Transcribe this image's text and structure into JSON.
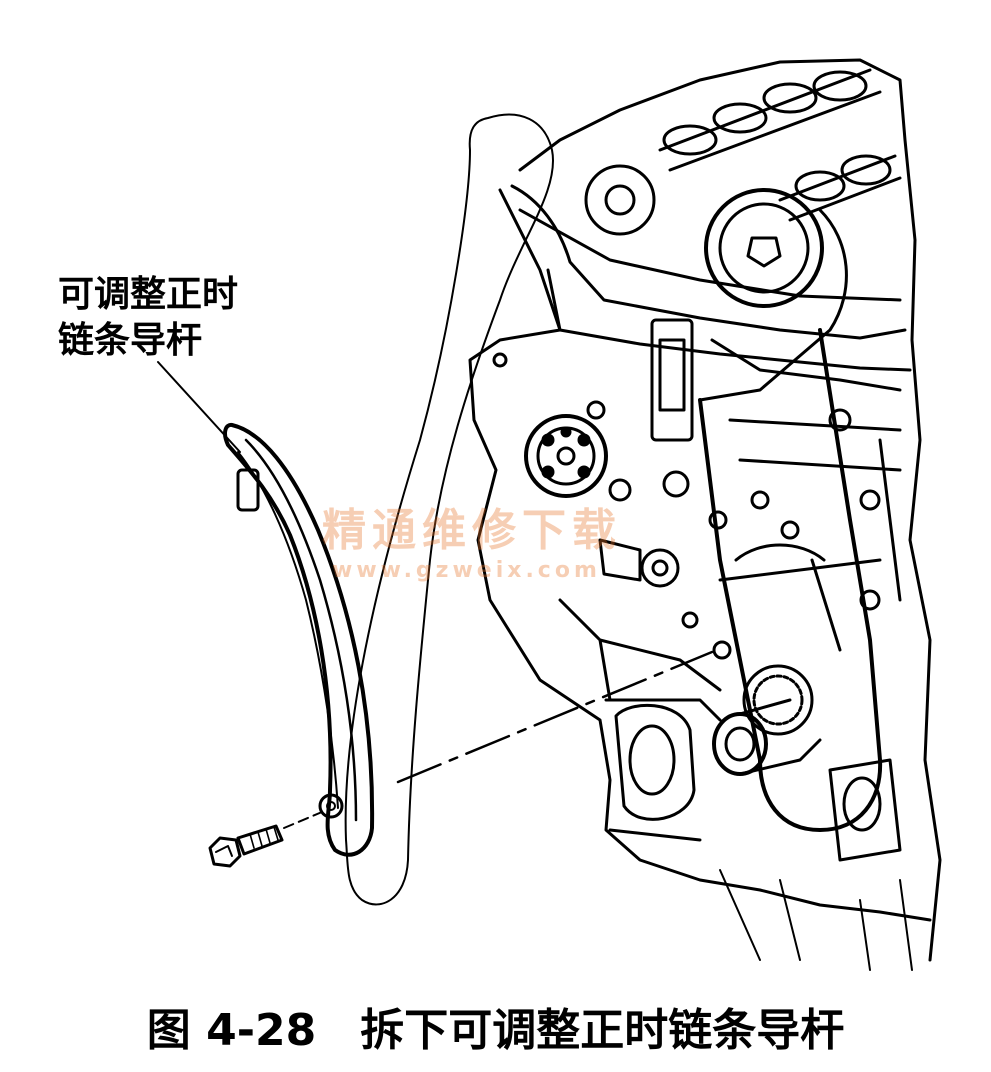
{
  "figure": {
    "callout_label_lines": [
      "可调整正时",
      "链条导杆"
    ],
    "caption_number": "图 4-28",
    "caption_text": "拆下可调整正时链条导杆"
  },
  "watermark": {
    "title": "精通维修下载",
    "url": "www.gzweix.com",
    "color": "#e8742a"
  },
  "colors": {
    "line": "#000000",
    "background": "#ffffff"
  }
}
